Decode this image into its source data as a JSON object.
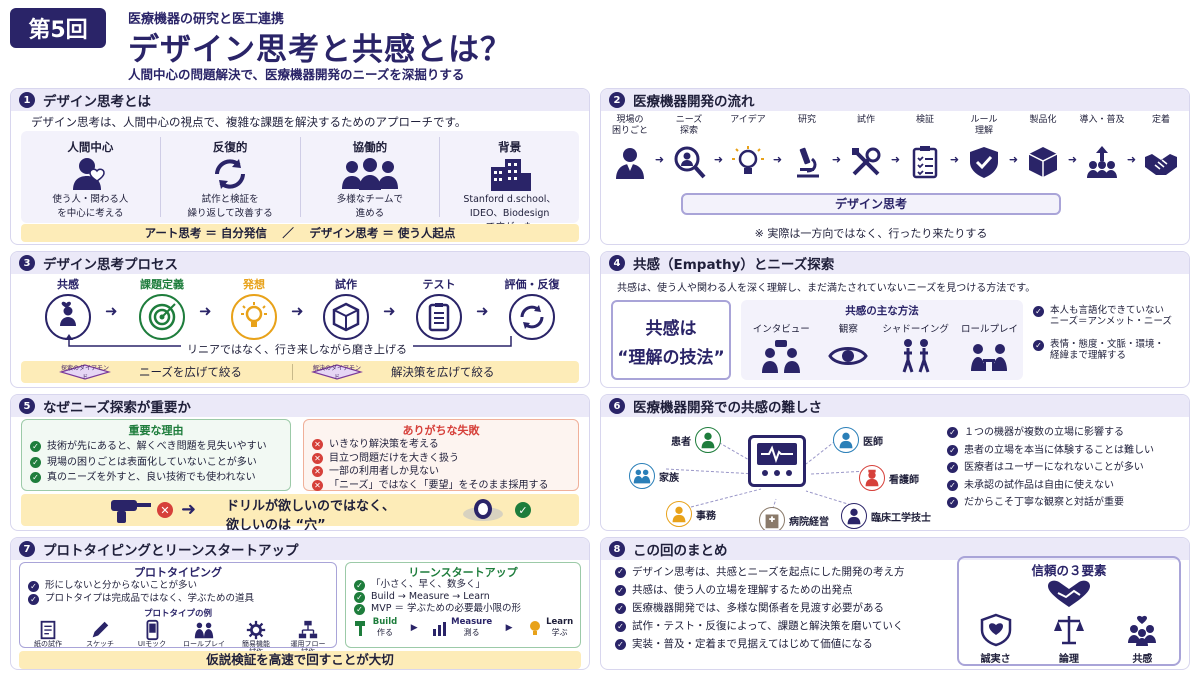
{
  "header": {
    "badge": "第5回",
    "subtitle": "医療機器の研究と医工連携",
    "title": "デザイン思考と共感とは？",
    "tagline": "人間中心の問題解決で、医療機器開発のニーズを深掘りする"
  },
  "p1": {
    "num": "1",
    "title": "デザイン思考とは",
    "lead": "デザイン思考は、人間中心の視点で、複雑な課題を解決するためのアプローチです。",
    "cols": [
      {
        "title": "人間中心",
        "line1": "使う人・関わる人",
        "line2": "を中心に考える",
        "icon": "person-heart-icon"
      },
      {
        "title": "反復的",
        "line1": "試作と検証を",
        "line2": "繰り返して改善する",
        "icon": "cycle-icon"
      },
      {
        "title": "協働的",
        "line1": "多様なチームで",
        "line2": "進める",
        "icon": "team-icon"
      },
      {
        "title": "背景",
        "line1": "Stanford d.school、",
        "line2": "IDEO、Biodesign",
        "line3": "で広がった",
        "icon": "building-icon"
      }
    ],
    "footer": "アート思考 ＝ 自分発信　 ／　 デザイン思考 ＝ 使う人起点"
  },
  "p2": {
    "num": "2",
    "title": "医療機器開発の流れ",
    "steps": [
      {
        "l1": "現場の",
        "l2": "困りごと",
        "icon": "doctor-icon"
      },
      {
        "l1": "ニーズ",
        "l2": "探索",
        "icon": "search-people-icon"
      },
      {
        "l1": "アイデア",
        "l2": "",
        "icon": "lightbulb-icon"
      },
      {
        "l1": "研究",
        "l2": "",
        "icon": "microscope-icon"
      },
      {
        "l1": "試作",
        "l2": "",
        "icon": "tools-icon"
      },
      {
        "l1": "検証",
        "l2": "",
        "icon": "checklist-icon"
      },
      {
        "l1": "ルール",
        "l2": "理解",
        "icon": "shield-icon"
      },
      {
        "l1": "製品化",
        "l2": "",
        "icon": "box-icon"
      },
      {
        "l1": "導入・普及",
        "l2": "",
        "icon": "spread-icon"
      },
      {
        "l1": "定着",
        "l2": "",
        "icon": "handshake-icon"
      }
    ],
    "design_label": "デザイン思考",
    "note": "※ 実際は一方向ではなく、行ったり来たりする"
  },
  "p3": {
    "num": "3",
    "title": "デザイン思考プロセス",
    "steps": [
      {
        "label": "共感",
        "color": "#2a2468"
      },
      {
        "label": "課題定義",
        "color": "#1e7d3c"
      },
      {
        "label": "発想",
        "color": "#e8a21a"
      },
      {
        "label": "試作",
        "color": "#2a2468"
      },
      {
        "label": "テスト",
        "color": "#2a2468"
      },
      {
        "label": "評価・反復",
        "color": "#2a2468"
      }
    ],
    "loop_text": "リニアではなく、行き来しながら磨き上げる",
    "diamond1": "探索のダイアモンド",
    "text1": "ニーズを広げて絞る",
    "diamond2": "解決のダイアモンド",
    "text2": "解決策を広げて絞る"
  },
  "p4": {
    "num": "4",
    "title": "共感（Empathy）とニーズ探索",
    "lead": "共感は、使う人や関わる人を深く理解し、まだ満たされていないニーズを見つける方法です。",
    "big1": "共感は",
    "big2": "“理解の技法”",
    "methods_title": "共感の主な方法",
    "methods": [
      {
        "label": "インタビュー",
        "icon": "interview-icon"
      },
      {
        "label": "観察",
        "icon": "eye-icon"
      },
      {
        "label": "シャドーイング",
        "icon": "walking-icon"
      },
      {
        "label": "ロールプレイ",
        "icon": "roleplay-icon"
      }
    ],
    "points": [
      {
        "l1": "本人も言語化できていない",
        "l2": "ニーズ＝アンメット・ニーズ"
      },
      {
        "l1": "表情・態度・文脈・環境・",
        "l2": "経緯まで理解する"
      }
    ]
  },
  "p5": {
    "num": "5",
    "title": "なぜニーズ探索が重要か",
    "left_title": "重要な理由",
    "left": [
      "技術が先にあると、解くべき問題を見失いやすい",
      "現場の困りごとは表面化していないことが多い",
      "真のニーズを外すと、良い技術でも使われない"
    ],
    "right_title": "ありがちな失敗",
    "right": [
      "いきなり解決策を考える",
      "目立つ問題だけを大きく扱う",
      "一部の利用者しか見ない",
      "「ニーズ」ではなく「要望」をそのまま採用する"
    ],
    "drill1": "ドリルが欲しいのではなく、",
    "drill2": "欲しいのは “穴”"
  },
  "p6": {
    "num": "6",
    "title": "医療機器開発での共感の難しさ",
    "people": [
      {
        "label": "患者",
        "icon": "patient-icon"
      },
      {
        "label": "家族",
        "icon": "family-icon"
      },
      {
        "label": "事務",
        "icon": "clerk-icon"
      },
      {
        "label": "病院経営",
        "icon": "hospital-icon"
      },
      {
        "label": "医師",
        "icon": "physician-icon"
      },
      {
        "label": "看護師",
        "icon": "nurse-icon"
      },
      {
        "label": "臨床工学技士",
        "icon": "engineer-icon"
      }
    ],
    "points": [
      "１つの機器が複数の立場に影響する",
      "患者の立場を本当に体験することは難しい",
      "医療者はユーザーになれないことが多い",
      "未承認の試作品は自由に使えない",
      "だからこそ丁寧な観察と対話が重要"
    ]
  },
  "p7": {
    "num": "7",
    "title": "プロトタイピングとリーンスタートアップ",
    "left_title": "プロトタイピング",
    "left": [
      "形にしないと分からないことが多い",
      "プロトタイプは完成品ではなく、学ぶための道具"
    ],
    "examples_title": "プロトタイプの例",
    "examples": [
      {
        "l1": "紙の試作",
        "l2": "",
        "icon": "paper-icon"
      },
      {
        "l1": "スケッチ",
        "l2": "",
        "icon": "pencil-icon"
      },
      {
        "l1": "UIモック",
        "l2": "",
        "icon": "phone-icon"
      },
      {
        "l1": "ロールプレイ",
        "l2": "",
        "icon": "roleplay-icon"
      },
      {
        "l1": "簡易機能",
        "l2": "試作",
        "icon": "gear-icon"
      },
      {
        "l1": "運用フロー",
        "l2": "試作",
        "icon": "flow-icon"
      }
    ],
    "right_title": "リーンスタートアップ",
    "right": [
      "「小さく、早く、数多く」",
      "Build → Measure → Learn",
      "MVP ＝ 学ぶための必要最小限の形"
    ],
    "bml": [
      {
        "en": "Build",
        "ja": "作る",
        "icon": "hammer-icon"
      },
      {
        "en": "Measure",
        "ja": "測る",
        "icon": "chart-icon"
      },
      {
        "en": "Learn",
        "ja": "学ぶ",
        "icon": "lightbulb-icon"
      }
    ],
    "footer": "仮説検証を高速で回すことが大切"
  },
  "p8": {
    "num": "8",
    "title": "この回のまとめ",
    "points": [
      "デザイン思考は、共感とニーズを起点にした開発の考え方",
      "共感は、使う人の立場を理解するための出発点",
      "医療機器開発では、多様な関係者を見渡す必要がある",
      "試作・テスト・反復によって、課題と解決策を磨いていく",
      "実装・普及・定着まで見据えてはじめて価値になる"
    ],
    "trust_title": "信頼の３要素",
    "trust": [
      {
        "label": "誠実さ",
        "icon": "heart-shield-icon"
      },
      {
        "label": "論理",
        "icon": "scales-icon"
      },
      {
        "label": "共感",
        "icon": "group-heart-icon"
      }
    ]
  },
  "colors": {
    "navy": "#2a2468",
    "green": "#1e7d3c",
    "orange": "#e8a21a",
    "red": "#d6403a",
    "yellow": "#fdecb8"
  }
}
